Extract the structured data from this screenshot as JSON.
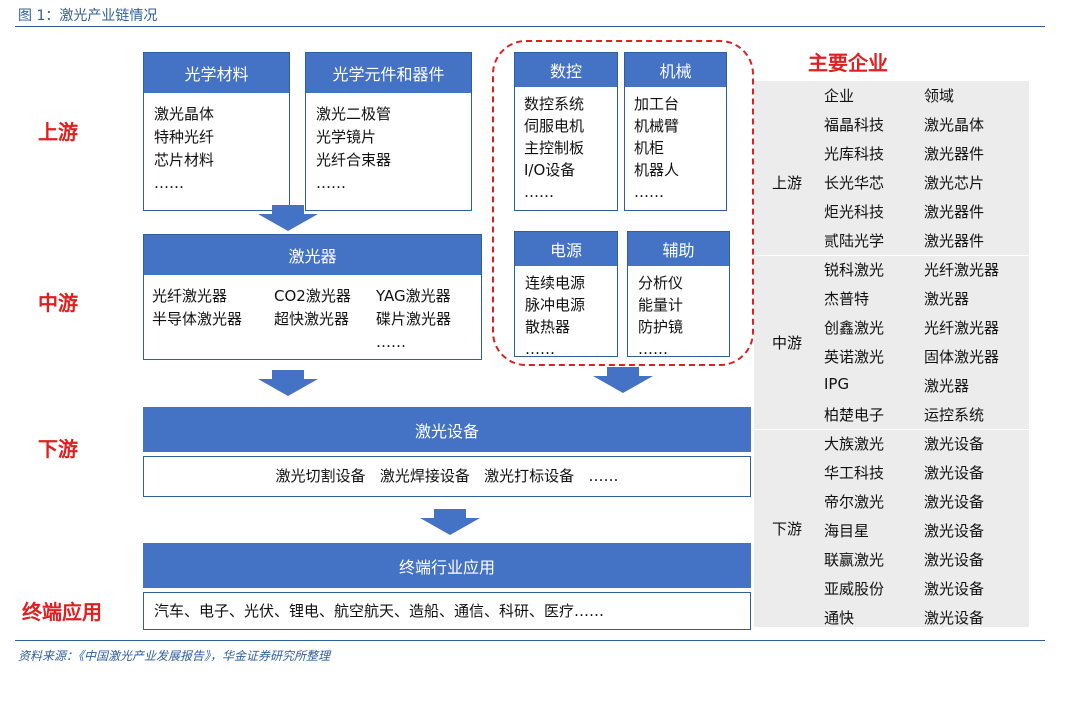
{
  "figure_title": "图 1：激光产业链情况",
  "source": "资料来源：《中国激光产业发展报告》，华金证券研究所整理",
  "tiers": {
    "upstream": "上游",
    "midstream": "中游",
    "downstream": "下游",
    "terminal": "终端应用"
  },
  "upstream_boxes": [
    {
      "title": "光学材料",
      "items": [
        "激光晶体",
        "特种光纤",
        "芯片材料",
        "……"
      ]
    },
    {
      "title": "光学元件和器件",
      "items": [
        "激光二极管",
        "光学镜片",
        "光纤合束器",
        "……"
      ]
    }
  ],
  "support_boxes": [
    {
      "title": "数控",
      "items": [
        "数控系统",
        "伺服电机",
        "主控制板",
        "I/O设备",
        "……"
      ]
    },
    {
      "title": "机械",
      "items": [
        "加工台",
        "机械臂",
        "机柜",
        "机器人",
        "……"
      ]
    },
    {
      "title": "电源",
      "items": [
        "连续电源",
        "脉冲电源",
        "散热器",
        "……"
      ]
    },
    {
      "title": "辅助",
      "items": [
        "分析仪",
        "能量计",
        "防护镜",
        "……"
      ]
    }
  ],
  "laser": {
    "title": "激光器",
    "col1": [
      "光纤激光器",
      "半导体激光器"
    ],
    "col2": [
      "CO2激光器",
      "超快激光器"
    ],
    "col3": [
      "YAG激光器",
      "碟片激光器",
      "……"
    ]
  },
  "equipment": {
    "title": "激光设备",
    "items": "激光切割设备   激光焊接设备   激光打标设备   ……"
  },
  "terminal_app": {
    "title": "终端行业应用",
    "items": "汽车、电子、光伏、锂电、航空航天、造船、通信、科研、医疗……"
  },
  "companies": {
    "title": "主要企业",
    "header": [
      "企业",
      "领域"
    ],
    "groups": {
      "upstream": "上游",
      "midstream": "中游",
      "downstream": "下游"
    },
    "rows": [
      [
        "福晶科技",
        "激光晶体"
      ],
      [
        "光库科技",
        "激光器件"
      ],
      [
        "长光华芯",
        "激光芯片"
      ],
      [
        "炬光科技",
        "激光器件"
      ],
      [
        "贰陆光学",
        "激光器件"
      ],
      [
        "锐科激光",
        "光纤激光器"
      ],
      [
        "杰普特",
        "激光器"
      ],
      [
        "创鑫激光",
        "光纤激光器"
      ],
      [
        "英诺激光",
        "固体激光器"
      ],
      [
        "IPG",
        "激光器"
      ],
      [
        "柏楚电子",
        "运控系统"
      ],
      [
        "大族激光",
        "激光设备"
      ],
      [
        "华工科技",
        "激光设备"
      ],
      [
        "帝尔激光",
        "激光设备"
      ],
      [
        "海目星",
        "激光设备"
      ],
      [
        "联赢激光",
        "激光设备"
      ],
      [
        "亚威股份",
        "激光设备"
      ],
      [
        "通快",
        "激光设备"
      ]
    ]
  },
  "colors": {
    "accent_blue": "#4472c4",
    "tier_red": "#e02020",
    "table_bg": "#ececec"
  }
}
